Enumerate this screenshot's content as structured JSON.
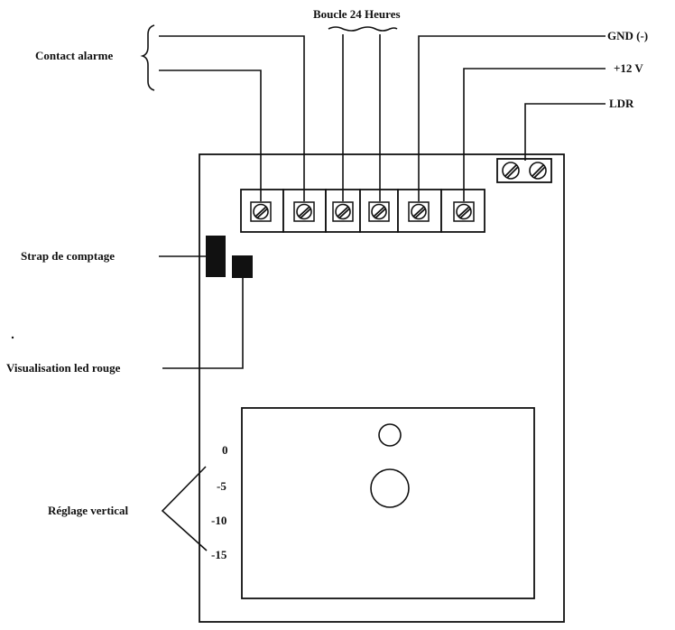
{
  "labels": {
    "boucle": "Boucle 24 Heures",
    "contact": "Contact alarme",
    "gnd": "GND (-)",
    "v12": "+12 V",
    "ldr": "LDR",
    "strap": "Strap de comptage",
    "led": "Visualisation led rouge",
    "reglage": "Réglage vertical"
  },
  "scale_ticks": [
    "0",
    "-5",
    "-10",
    "-15"
  ]
}
